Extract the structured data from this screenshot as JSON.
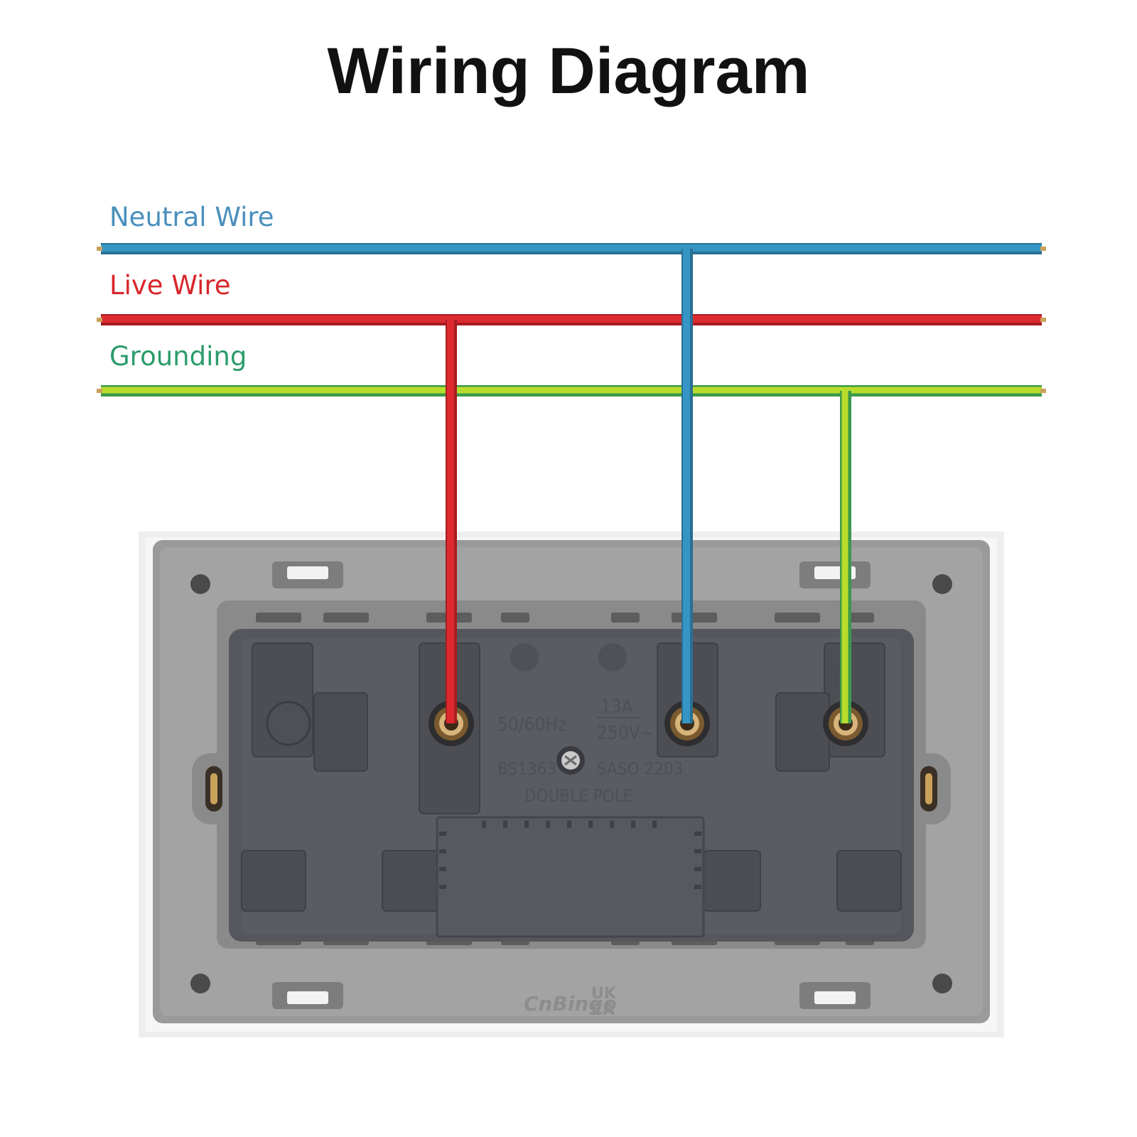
{
  "title": "Wiring Diagram",
  "wires": {
    "neutral": {
      "label": "Neutral Wire",
      "color": "#2f8fbf",
      "label_color": "#4a8fbd"
    },
    "live": {
      "label": "Live Wire",
      "color": "#d8262b",
      "label_color": "#d8262b"
    },
    "grounding": {
      "label": "Grounding",
      "color": "#9ccf2a",
      "label_color": "#2b9c6a"
    }
  },
  "socket": {
    "frequency": "50/60Hz",
    "current": "13A",
    "voltage": "250V~",
    "standard": "BS1363",
    "saso": "SASO 2203",
    "pole": "DOUBLE POLE",
    "brand": "CnBingo",
    "mark_line1": "UK",
    "mark_line2": "CA",
    "colors": {
      "plate": "#9b9b9b",
      "frame": "#f1f1f1",
      "body": "#55575d"
    }
  }
}
